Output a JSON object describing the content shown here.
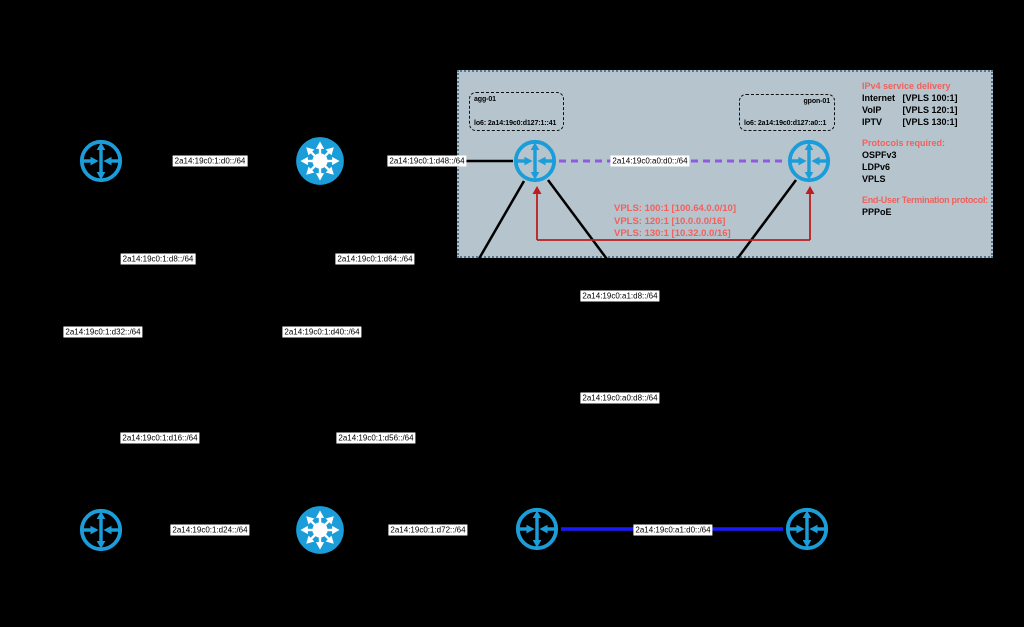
{
  "diagram": {
    "background": "#000000",
    "colors": {
      "bg": "#000000",
      "router_blue": "#1b9dd9",
      "link_black": "#000000",
      "link_blue": "#1a1aff",
      "link_purple": "#8c5be0",
      "red_text": "#f0615c",
      "red_arrow": "#bf1d1d",
      "panel_bg": "#b6c4ce",
      "panel_border": "#54788e",
      "chip_bg": "#ffffff"
    }
  },
  "nodes": {
    "agg": {
      "name": "agg-01",
      "lo6": "lo6: 2a14:19c0:d127:1::41"
    },
    "gpon": {
      "name": "gpon-01",
      "lo6": "lo6: 2a14:19c0:d127:a0::1"
    }
  },
  "links": {
    "d0": "2a14:19c0:1:d0::/64",
    "d48": "2a14:19c0:1:d48::/64",
    "a0d0": "2a14:19c0:a0:d0::/64",
    "d8": "2a14:19c0:1:d8::/64",
    "d64": "2a14:19c0:1:d64::/64",
    "a1d8": "2a14:19c0:a1:d8::/64",
    "d32": "2a14:19c0:1:d32::/64",
    "d40": "2a14:19c0:1:d40::/64",
    "a0d8": "2a14:19c0:a0:d8::/64",
    "d16": "2a14:19c0:1:d16::/64",
    "d56": "2a14:19c0:1:d56::/64",
    "d24": "2a14:19c0:1:d24::/64",
    "d72": "2a14:19c0:1:d72::/64",
    "a1d0": "2a14:19c0:a1:d0::/64"
  },
  "vpls_annotation": {
    "lines": [
      "VPLS: 100:1 [100.64.0.0/10]",
      "VPLS: 120:1 [10.0.0.0/16]",
      "VPLS: 130:1 [10.32.0.0/16]"
    ]
  },
  "service_panel": {
    "ipv4_title": "IPv4 service delivery",
    "services": [
      {
        "name": "Internet",
        "vpls": "[VPLS 100:1]"
      },
      {
        "name": "VoIP",
        "vpls": "[VPLS 120:1]"
      },
      {
        "name": "IPTV",
        "vpls": "[VPLS 130:1]"
      }
    ],
    "protocols_title": "Protocols required:",
    "protocols": [
      "OSPFv3",
      "LDPv6",
      "VPLS"
    ],
    "termination_title": "End-User Termination protocol:",
    "termination": "PPPoE"
  }
}
